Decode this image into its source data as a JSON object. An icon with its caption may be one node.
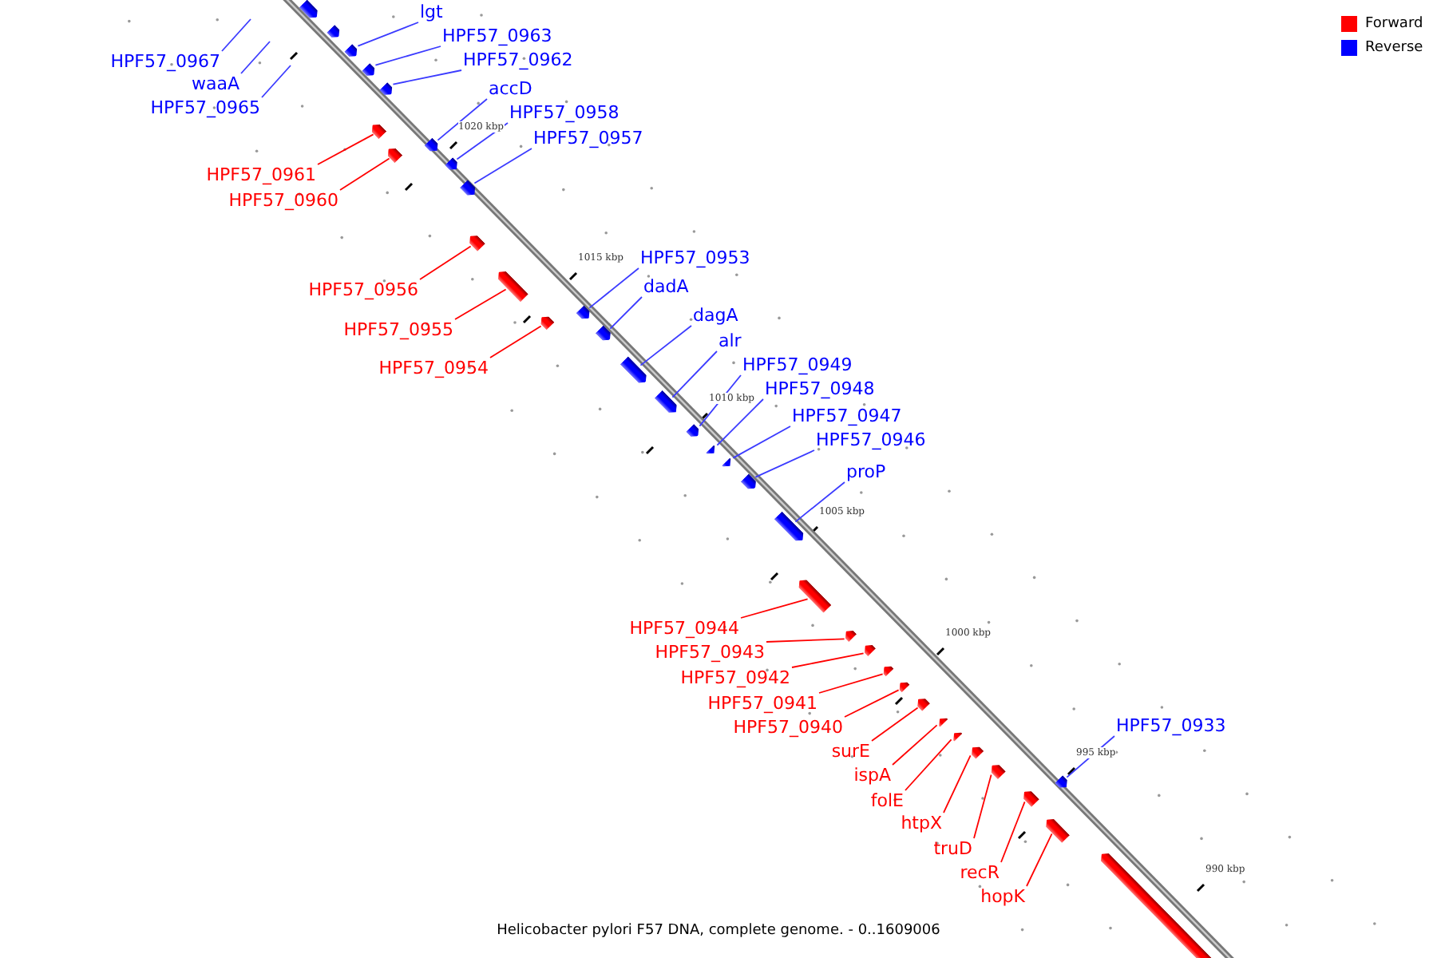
{
  "diagram": {
    "caption": "Helicobacter pylori F57 DNA, complete genome. - 0..1609006",
    "nodes": [
      {
        "text": [
          "lgt"
        ]
      },
      {
        "text": [
          "HPF57_0963"
        ]
      },
      {
        "text": [
          "HPF57_0962"
        ]
      },
      {
        "text": [
          "HPF57_0967"
        ]
      },
      {
        "text": [
          "waaA"
        ]
      },
      {
        "text": [
          "HPF57_0965"
        ]
      },
      {
        "text": [
          "accD"
        ]
      },
      {
        "text": [
          "HPF57_0958"
        ]
      },
      {
        "text": [
          "HPF57_0957"
        ]
      },
      {
        "text": [
          "HPF57_0961"
        ]
      },
      {
        "text": [
          "HPF57_0960"
        ]
      },
      {
        "text": [
          "HPF57_0953"
        ]
      },
      {
        "text": [
          "dadA"
        ]
      },
      {
        "text": [
          "dagA"
        ]
      },
      {
        "text": [
          "alr"
        ]
      },
      {
        "text": [
          "HPF57_0956"
        ]
      },
      {
        "text": [
          "HPF57_0949"
        ]
      },
      {
        "text": [
          "HPF57_0955"
        ]
      },
      {
        "text": [
          "HPF57_0948"
        ]
      },
      {
        "text": [
          "HPF57_0947"
        ]
      },
      {
        "text": [
          "HPF57_0954"
        ]
      },
      {
        "text": [
          "HPF57_0946"
        ]
      },
      {
        "text": [
          "proP"
        ]
      },
      {
        "text": [
          "HPF57_0944"
        ]
      },
      {
        "text": [
          "HPF57_0943"
        ]
      },
      {
        "text": [
          "HPF57_0942"
        ]
      },
      {
        "text": [
          "HPF57_0941"
        ]
      },
      {
        "text": [
          "HPF57_0940"
        ]
      },
      {
        "text": [
          "HPF57_0933"
        ]
      },
      {
        "text": [
          "surE"
        ]
      },
      {
        "text": [
          "ispA"
        ]
      },
      {
        "text": [
          "folE"
        ]
      },
      {
        "text": [
          "htpX"
        ]
      },
      {
        "text": [
          "truD"
        ]
      },
      {
        "text": [
          "recR"
        ]
      },
      {
        "text": [
          "hopK"
        ]
      },
      {
        "text": [],
        "shape": "arrow"
      },
      {
        "text": [],
        "shape": "arrow"
      },
      {
        "text": [],
        "shape": "arrow"
      },
      {
        "text": [],
        "shape": "arrow"
      },
      {
        "text": [],
        "shape": "arrow"
      },
      {
        "text": [],
        "shape": "arrow"
      },
      {
        "text": [],
        "shape": "arrow"
      },
      {
        "text": [],
        "shape": "arrow"
      },
      {
        "text": [],
        "shape": "arrow"
      },
      {
        "text": [],
        "shape": "arrow"
      },
      {
        "text": [],
        "shape": "arrow"
      },
      {
        "text": [],
        "shape": "arrow"
      },
      {
        "text": [],
        "shape": "arrow"
      },
      {
        "text": [],
        "shape": "arrow"
      },
      {
        "text": [],
        "shape": "arrow"
      },
      {
        "text": [],
        "shape": "arrow"
      },
      {
        "text": [],
        "shape": "arrow"
      },
      {
        "text": [],
        "shape": "arrow"
      },
      {
        "text": [],
        "shape": "arrow"
      },
      {
        "text": [],
        "shape": "arrow"
      },
      {
        "text": [],
        "shape": "arrow"
      },
      {
        "text": [],
        "shape": "arrow"
      },
      {
        "text": [],
        "shape": "arrow"
      },
      {
        "text": [],
        "shape": "arrow"
      },
      {
        "text": [],
        "shape": "arrow"
      },
      {
        "text": [],
        "shape": "arrow"
      },
      {
        "text": [],
        "shape": "arrow"
      },
      {
        "text": [],
        "shape": "arrow"
      },
      {
        "text": [],
        "shape": "arrow"
      },
      {
        "text": [],
        "shape": "arrow"
      },
      {
        "text": [],
        "shape": "arrow"
      },
      {
        "text": [],
        "shape": "arrow"
      },
      {
        "text": [],
        "shape": "arrow"
      },
      {
        "text": [],
        "shape": "arrow"
      },
      {
        "text": [],
        "shape": "arrow"
      },
      {
        "text": [],
        "shape": "arrow"
      }
    ],
    "edges": [
      {
        "from": 0,
        "to": 38,
        "arrow": "none"
      },
      {
        "from": 1,
        "to": 39,
        "arrow": "none"
      },
      {
        "from": 2,
        "to": 40,
        "arrow": "none"
      },
      {
        "from": 3,
        "to": null,
        "arrow": "none"
      },
      {
        "from": 4,
        "to": null,
        "arrow": "none"
      },
      {
        "from": 5,
        "to": null,
        "arrow": "none"
      },
      {
        "from": 6,
        "to": 43,
        "arrow": "none"
      },
      {
        "from": 7,
        "to": 44,
        "arrow": "none"
      },
      {
        "from": 8,
        "to": 45,
        "arrow": "none"
      },
      {
        "from": 9,
        "to": 41,
        "arrow": "none",
        "color": "#ff0000"
      },
      {
        "from": 10,
        "to": 42,
        "arrow": "none",
        "color": "#ff0000"
      },
      {
        "from": 11,
        "to": 49,
        "arrow": "none"
      },
      {
        "from": 12,
        "to": 50,
        "arrow": "none"
      },
      {
        "from": 13,
        "to": 51,
        "arrow": "none"
      },
      {
        "from": 14,
        "to": 52,
        "arrow": "none"
      },
      {
        "from": 15,
        "to": 46,
        "arrow": "none",
        "color": "#ff0000"
      },
      {
        "from": 16,
        "to": 53,
        "arrow": "none"
      },
      {
        "from": 17,
        "to": 47,
        "arrow": "none",
        "color": "#ff0000"
      },
      {
        "from": 18,
        "to": 54,
        "arrow": "none"
      },
      {
        "from": 19,
        "to": 55,
        "arrow": "none"
      },
      {
        "from": 20,
        "to": 48,
        "arrow": "none",
        "color": "#ff0000"
      },
      {
        "from": 21,
        "to": 56,
        "arrow": "none"
      },
      {
        "from": 22,
        "to": 57,
        "arrow": "none"
      },
      {
        "from": 23,
        "to": 58,
        "arrow": "none",
        "color": "#ff0000"
      },
      {
        "from": 24,
        "to": 59,
        "arrow": "none",
        "color": "#ff0000"
      },
      {
        "from": 25,
        "to": 60,
        "arrow": "none",
        "color": "#ff0000"
      },
      {
        "from": 26,
        "to": 61,
        "arrow": "none",
        "color": "#ff0000"
      },
      {
        "from": 27,
        "to": 62,
        "arrow": "none",
        "color": "#ff0000"
      },
      {
        "from": 28,
        "to": 66,
        "arrow": "none"
      },
      {
        "from": 29,
        "to": 63,
        "arrow": "none",
        "color": "#ff0000"
      },
      {
        "from": 30,
        "to": 64,
        "arrow": "none",
        "color": "#ff0000"
      },
      {
        "from": 31,
        "to": 65,
        "arrow": "none",
        "color": "#ff0000"
      },
      {
        "from": 32,
        "to": 67,
        "arrow": "none",
        "color": "#ff0000"
      },
      {
        "from": 33,
        "to": 68,
        "arrow": "none",
        "color": "#ff0000"
      },
      {
        "from": 34,
        "to": 69,
        "arrow": "none",
        "color": "#ff0000"
      },
      {
        "from": 35,
        "to": 70,
        "arrow": "none",
        "color": "#ff0000"
      }
    ],
    "labels": [
      "1020 kbp",
      "1015 kbp",
      "1010 kbp",
      "1005 kbp",
      "1000 kbp",
      "995 kbp",
      "990 kbp"
    ],
    "legend": [
      {
        "text": "Forward",
        "color": "#ff0000"
      },
      {
        "text": "Reverse",
        "color": "#0000ff"
      }
    ]
  }
}
